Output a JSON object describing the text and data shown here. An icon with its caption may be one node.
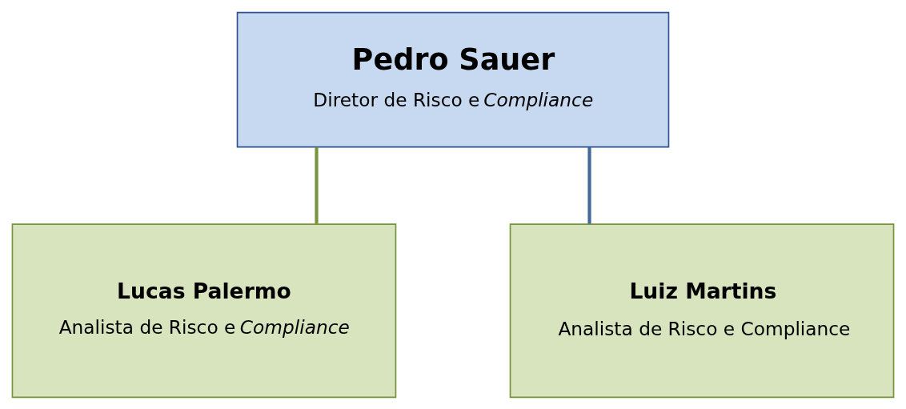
{
  "diagram": {
    "nodes": [
      {
        "text": [
          "Pedro Sauer",
          "Diretor de Risco e *Compliance*"
        ]
      },
      {
        "text": [
          "Lucas Palermo",
          "Analista de Risco e *Compliance*"
        ]
      },
      {
        "text": [
          "Luiz Martins",
          "Analista de Risco e Compliance"
        ]
      }
    ],
    "edges": [
      {
        "from": 0,
        "to": 1,
        "arrow": "none",
        "color": "#77933c"
      },
      {
        "from": 0,
        "to": 2,
        "arrow": "none",
        "color": "#41699a"
      }
    ]
  }
}
